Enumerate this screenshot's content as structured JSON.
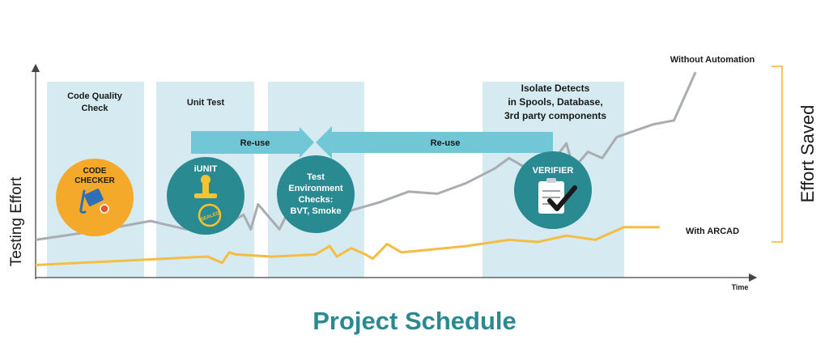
{
  "chart_data": {
    "type": "line",
    "title": "Project Schedule",
    "xlabel": "Time",
    "ylabel": "Testing Effort",
    "xlim": [
      0,
      100
    ],
    "ylim": [
      0,
      100
    ],
    "grid": false,
    "series": [
      {
        "name": "Without Automation",
        "color": "#a9adb1",
        "x": [
          0,
          8,
          16,
          21,
          26,
          29,
          30,
          31,
          34,
          35,
          41,
          44,
          48,
          52,
          56,
          60,
          64,
          66,
          68,
          70,
          72,
          74,
          75,
          77,
          79,
          81,
          86,
          89,
          92
        ],
        "y": [
          18,
          22,
          27,
          23,
          24,
          30,
          23,
          35,
          23,
          30,
          27,
          32,
          36,
          41,
          40,
          45,
          52,
          57,
          53,
          58,
          55,
          64,
          52,
          60,
          57,
          67,
          73,
          75,
          98
        ]
      },
      {
        "name": "With ARCAD",
        "color": "#f5bd43",
        "x": [
          0,
          24,
          26,
          27,
          28,
          33,
          39,
          41,
          42,
          44,
          46,
          47,
          49,
          51,
          60,
          66,
          70,
          74,
          78,
          82,
          87
        ],
        "y": [
          6,
          10,
          7,
          12,
          11,
          10,
          11,
          15,
          10,
          14,
          11,
          9,
          16,
          12,
          15,
          18,
          17,
          20,
          18,
          24,
          24
        ]
      }
    ],
    "phases": [
      {
        "label": "Code Quality Check",
        "icon": "CODE CHECKER"
      },
      {
        "label": "Unit Test",
        "icon": "iUNIT"
      },
      {
        "label": "",
        "icon": "Test Environment Checks: BVT, Smoke"
      },
      {
        "label": "Isolate Detects in Spools, Database, 3rd party components",
        "icon": "VERIFIER"
      }
    ],
    "arrows": [
      "Re-use",
      "Re-use"
    ],
    "annotation": "Effort Saved"
  },
  "colors": {
    "band": "#d5ebf1",
    "arrow": "#72c7d7",
    "circle_teal": "#2a8a91",
    "circle_orange": "#f5a92b",
    "title": "#2a8a91",
    "bracket": "#f7c55c",
    "axis": "#444444"
  },
  "labels": {
    "phase1_l1": "Code Quality",
    "phase1_l2": "Check",
    "phase2": "Unit Test",
    "phase4_l1": "Isolate Detects",
    "phase4_l2": "in Spools, Database,",
    "phase4_l3": "3rd party components",
    "arrow1": "Re-use",
    "arrow2": "Re-use",
    "cc_l1": "CODE",
    "cc_l2": "CHECKER",
    "iunit": "iUNIT",
    "stamp": "SEALED",
    "tec_l1": "Test",
    "tec_l2": "Environment",
    "tec_l3": "Checks:",
    "tec_l4": "BVT, Smoke",
    "verifier": "VERIFIER",
    "series1": "Without Automation",
    "series2": "With ARCAD",
    "xlabel": "Time",
    "ylabel": "Testing Effort",
    "effort": "Effort Saved",
    "title": "Project Schedule"
  }
}
